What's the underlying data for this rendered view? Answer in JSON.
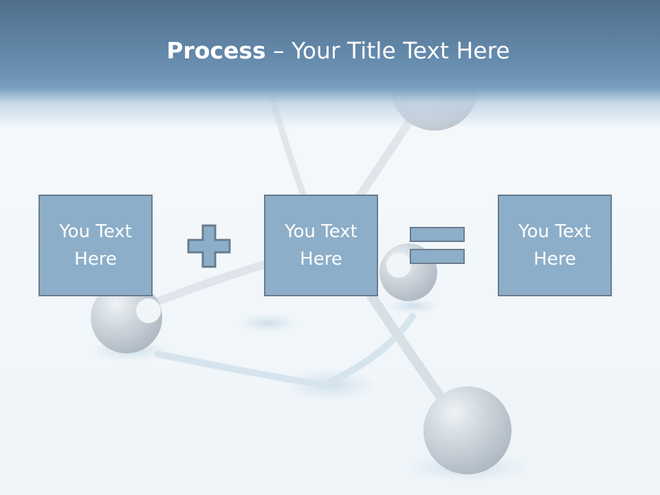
{
  "slide": {
    "title_bold": "Process",
    "title_rest": " – Your Title Text Here"
  },
  "boxes": [
    {
      "line1": "You Text",
      "line2": "Here"
    },
    {
      "line1": "You Text",
      "line2": "Here"
    },
    {
      "line1": "You Text",
      "line2": "Here"
    }
  ],
  "operators": {
    "first": "plus-icon",
    "second": "equals-icon"
  },
  "colors": {
    "header": "#5f83a5",
    "box_fill": "#8daec8",
    "box_border": "#687c8e",
    "background": "#f4f8fb",
    "text": "#ffffff"
  }
}
